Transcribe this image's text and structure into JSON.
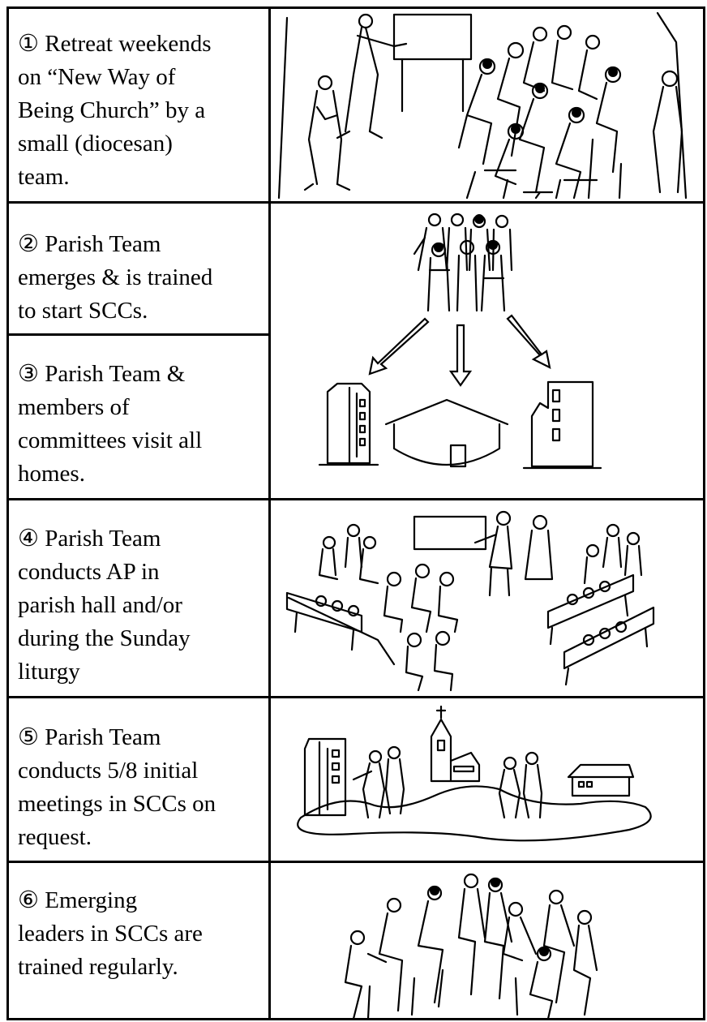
{
  "steps": [
    {
      "text": "① Retreat weekends\non “New Way of\nBeing Church” by a\nsmall (diocesan)\nteam.",
      "illustration": "speaker-with-seated-audience"
    },
    {
      "text": "② Parish Team\nemerges & is trained\nto start SCCs.",
      "illustration": "group-of-people"
    },
    {
      "text": "③ Parish Team &\nmembers of\ncommittees visit all\nhomes.",
      "illustration": "arrows-to-apartment-house-building"
    },
    {
      "text": "④  Parish Team\nconducts AP in\nparish hall and/or\nduring the Sunday\nliturgy",
      "illustration": "hall-with-benches-and-presenters"
    },
    {
      "text": "⑤ Parish Team\nconducts  5/8 initial\nmeetings in SCCs on\nrequest.",
      "illustration": "village-with-church-and-visitors"
    },
    {
      "text": "⑥  Emerging\nleaders in SCCs are\ntrained regularly.",
      "illustration": "small-group-circle"
    }
  ],
  "colors": {
    "ink": "#000000",
    "paper": "#ffffff"
  }
}
